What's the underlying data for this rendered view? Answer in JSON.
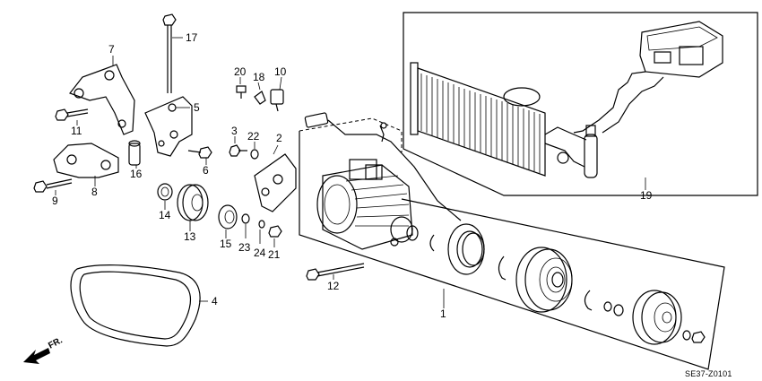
{
  "diagram": {
    "code": "SE37-Z0101",
    "direction": "FR.",
    "callouts": [
      "1",
      "2",
      "3",
      "4",
      "5",
      "6",
      "7",
      "8",
      "9",
      "10",
      "11",
      "12",
      "13",
      "14",
      "15",
      "16",
      "17",
      "18",
      "19",
      "20",
      "21",
      "22",
      "23",
      "24"
    ]
  }
}
